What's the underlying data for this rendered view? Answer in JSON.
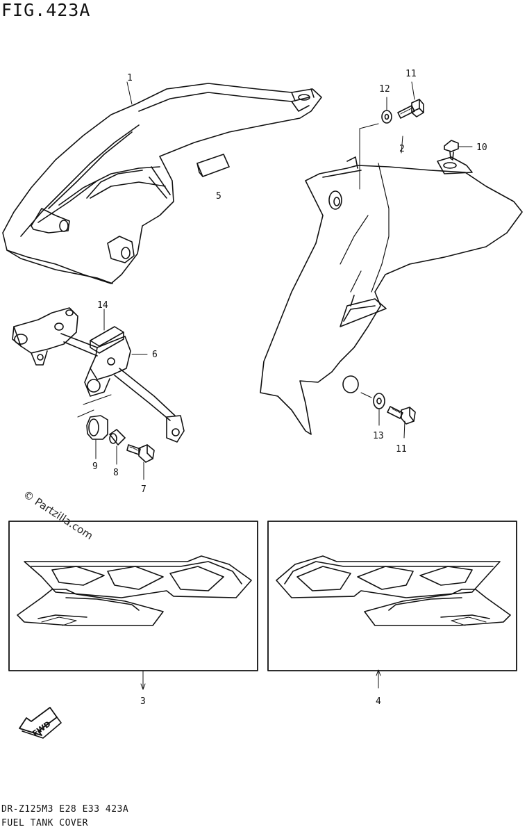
{
  "figure": {
    "title": "FIG.423A",
    "model_line": "DR-Z125M3  E28  E33  423A",
    "section_line": "FUEL  TANK  COVER",
    "watermark": "© Partzilla.com",
    "fwd_label": "FWD"
  },
  "callouts": [
    "1",
    "2",
    "3",
    "4",
    "5",
    "6",
    "7",
    "8",
    "9",
    "10",
    "11",
    "11",
    "12",
    "13",
    "14"
  ]
}
